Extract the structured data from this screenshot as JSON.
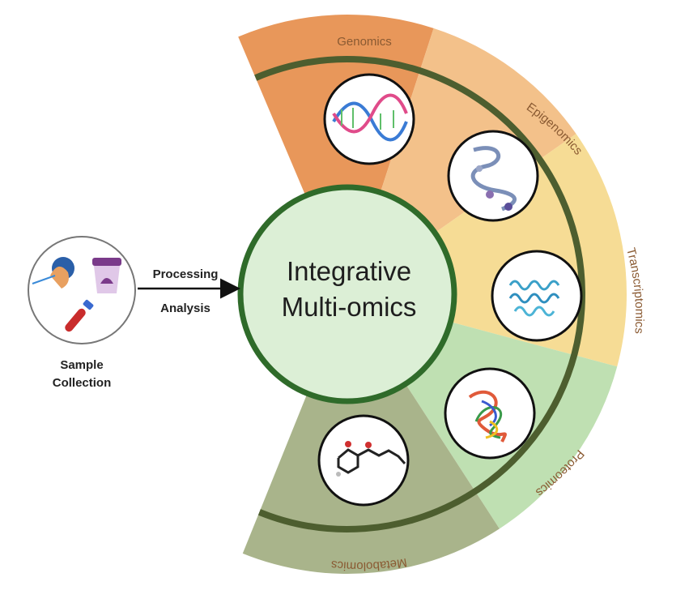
{
  "diagram": {
    "center_lines": [
      "Integrative",
      "Multi-omics"
    ],
    "segments": [
      {
        "label": "Genomics",
        "fill": "#e8975a",
        "text_color": "#8a4a22",
        "icon": "dna-helix-icon"
      },
      {
        "label": "Epigenomics",
        "fill": "#f3c18a",
        "text_color": "#a06a3a",
        "icon": "chromatin-icon"
      },
      {
        "label": "Transcriptomics",
        "fill": "#f6dc95",
        "text_color": "#8a6a2a",
        "icon": "rna-strands-icon"
      },
      {
        "label": "Proteomics",
        "fill": "#bfe0b2",
        "text_color": "#3a6a36",
        "icon": "protein-structure-icon"
      },
      {
        "label": "Metabolomics",
        "fill": "#a9b48b",
        "text_color": "#2f3a22",
        "icon": "molecule-icon"
      }
    ],
    "sample": {
      "lines": [
        "Sample",
        "Collection"
      ],
      "icons": [
        "nasal-swab-icon",
        "stool-container-icon",
        "blood-tube-icon"
      ]
    },
    "arrow": {
      "top_label": "Processing",
      "bottom_label": "Analysis"
    },
    "colors": {
      "ring_band": "#4d5e2f",
      "center_fill": "#dcefd6",
      "center_border": "#2f6b2a"
    }
  }
}
